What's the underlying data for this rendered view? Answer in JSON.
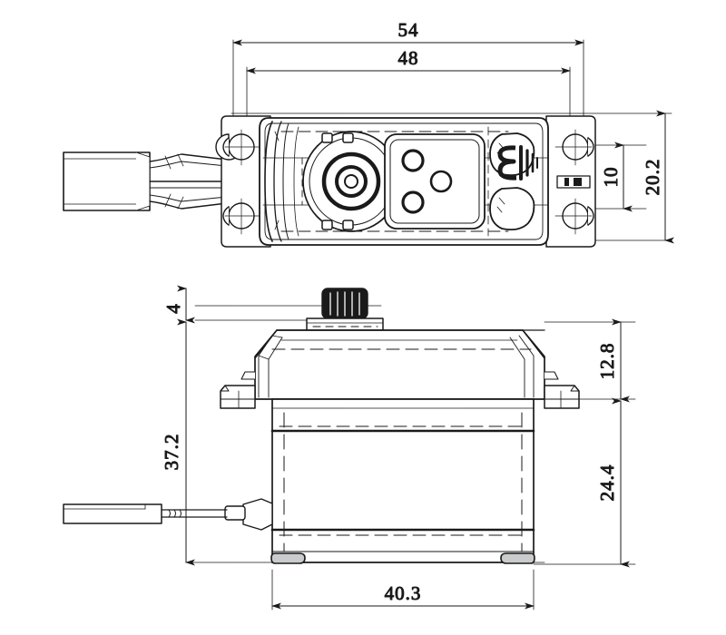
{
  "drawing": {
    "title": "RC Servo Dimensional Drawing",
    "units": "mm",
    "background_color": "#ffffff",
    "line_color": "#1a1a1a",
    "shade_color": "#d9dbdc",
    "views": [
      {
        "name": "top-view",
        "label": ""
      },
      {
        "name": "side-view",
        "label": ""
      }
    ]
  },
  "dimensions": {
    "top_overall_width": "54",
    "top_mount_hole_span": "48",
    "top_hole_spacing": "10",
    "top_overall_depth": "20.2",
    "side_spline_height": "4",
    "side_total_height": "37.2",
    "side_upper_case_height": "12.8",
    "side_lower_case_height": "24.4",
    "side_bottom_width": "40.3"
  },
  "features": {
    "output_shaft": "output-shaft",
    "spline_horn": "spline-horn",
    "mounting_tabs": "mounting-tabs",
    "servo_connector": "servo-connector",
    "brand_logo": "brand-logo",
    "cable": "servo-cable"
  }
}
